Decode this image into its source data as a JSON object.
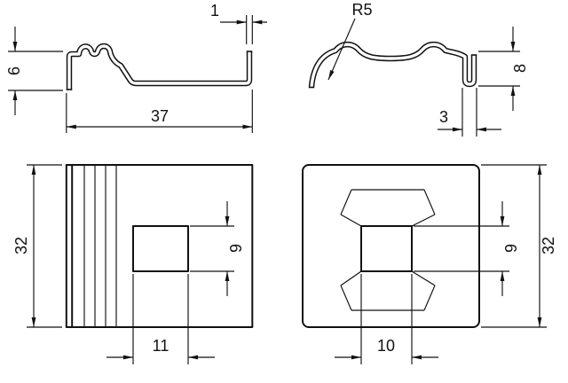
{
  "drawing": {
    "dims": {
      "side": {
        "lip_thickness": "1",
        "hook_height": "6",
        "overall_width": "37"
      },
      "arch": {
        "bend_radius": "R5",
        "foot_height": "8",
        "foot_width": "3"
      },
      "front": {
        "overall_height": "32",
        "hole_height": "9",
        "hole_width": "11"
      },
      "top": {
        "hole_height": "9",
        "overall_height": "32",
        "hole_width": "10"
      }
    }
  }
}
